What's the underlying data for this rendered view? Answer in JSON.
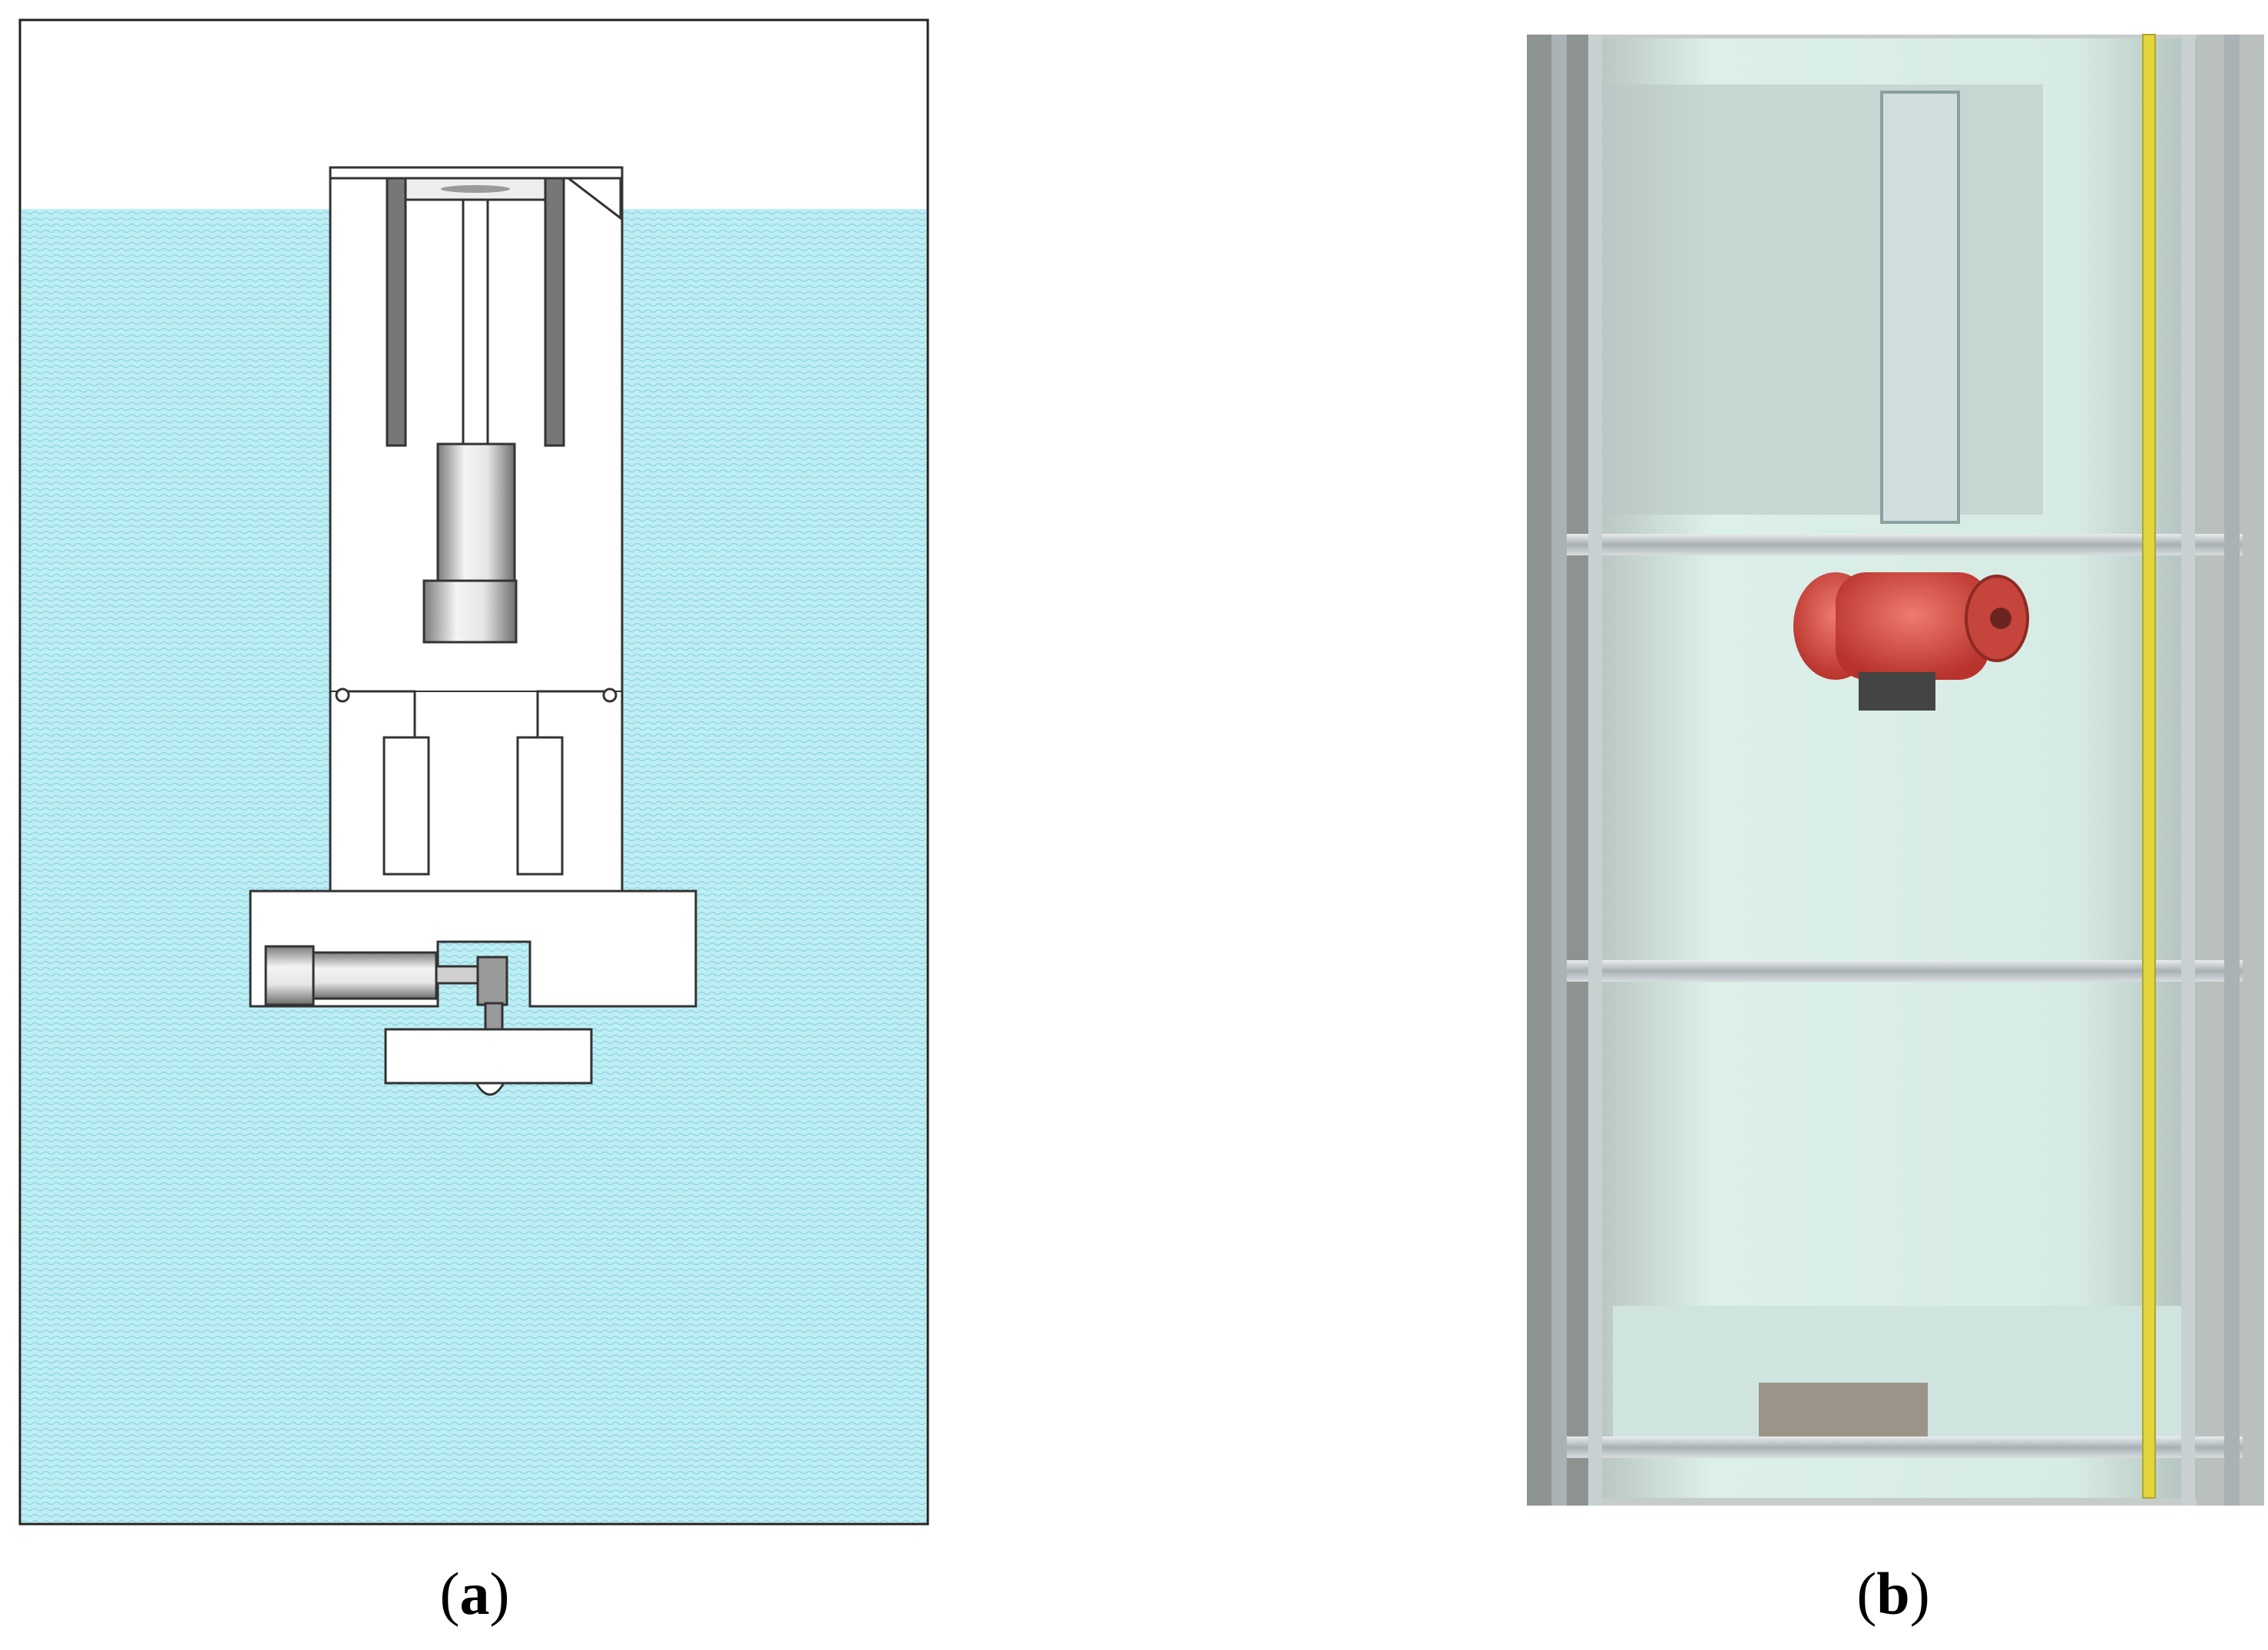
{
  "figure": {
    "panels": [
      {
        "id": "a",
        "label": "a",
        "content": "schematic-illustration",
        "colors": {
          "water": "#b8ecf2",
          "outline": "#333333",
          "metal_light": "#f2f2f2",
          "metal_dark": "#8a8a8a"
        }
      },
      {
        "id": "b",
        "label": "b",
        "content": "photograph",
        "colors": {
          "frame": "#c9cdd0",
          "water": "#d8eee9",
          "device": "#d9534f",
          "tape": "#e4d83b"
        }
      }
    ]
  }
}
